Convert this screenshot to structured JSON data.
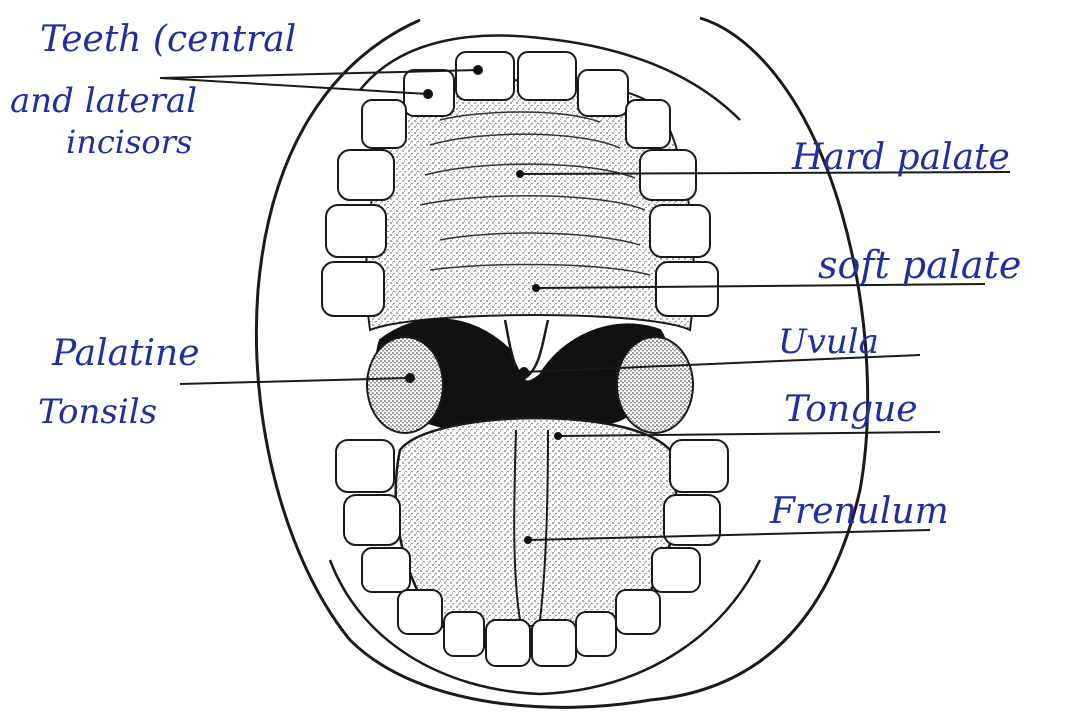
{
  "labels": {
    "teeth_line1": "Teeth (central",
    "teeth_line2": "and lateral",
    "teeth_line3": "incisors",
    "hard_palate": "Hard palate",
    "soft_palate": "soft palate",
    "uvula": "Uvula",
    "palatine_line1": "Palatine",
    "palatine_line2": "Tonsils",
    "tongue": "Tongue",
    "frenulum": "Frenulum"
  },
  "colors": {
    "ink": "#1a1a1a",
    "handwriting": "#1f2f9e",
    "paper": "#ffffff"
  }
}
